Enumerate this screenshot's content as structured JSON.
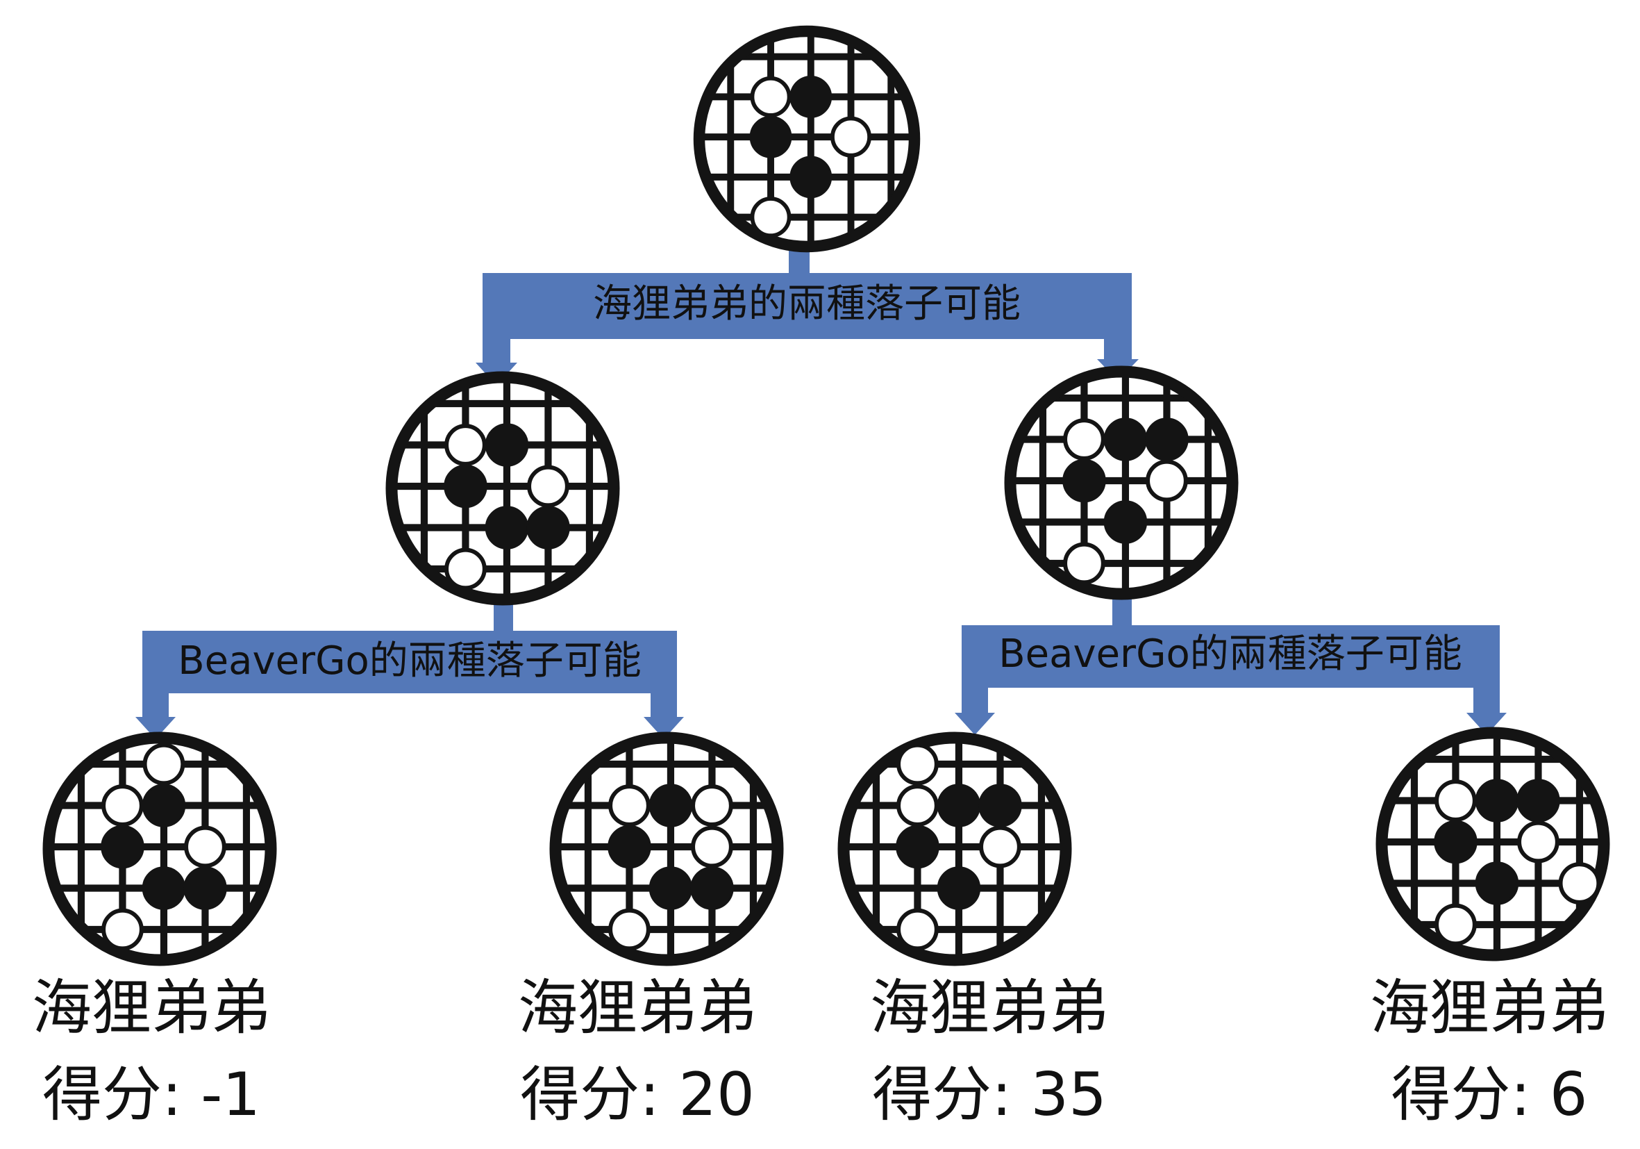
{
  "colors": {
    "banner": "#5478b8",
    "board_fill": "#ffffff",
    "board_line": "#141414",
    "black_stone": "#141414",
    "white_stone": "#ffffff"
  },
  "labels": {
    "level1_banner": "海狸弟弟的兩種落子可能",
    "level2_left_banner": "BeaverGo的兩種落子可能",
    "level2_right_banner": "BeaverGo的兩種落子可能"
  },
  "boards": [
    {
      "id": "root",
      "icon": "go-board-icon",
      "black": [
        [
          2,
          1
        ],
        [
          1,
          2
        ],
        [
          2,
          3
        ]
      ],
      "white": [
        [
          1,
          1
        ],
        [
          3,
          2
        ],
        [
          1,
          4
        ]
      ]
    },
    {
      "id": "level1-left",
      "icon": "go-board-icon",
      "black": [
        [
          2,
          1
        ],
        [
          1,
          2
        ],
        [
          2,
          3
        ],
        [
          3,
          3
        ]
      ],
      "white": [
        [
          1,
          1
        ],
        [
          3,
          2
        ],
        [
          1,
          4
        ]
      ]
    },
    {
      "id": "level1-right",
      "icon": "go-board-icon",
      "black": [
        [
          2,
          1
        ],
        [
          3,
          1
        ],
        [
          1,
          2
        ],
        [
          2,
          3
        ]
      ],
      "white": [
        [
          1,
          1
        ],
        [
          3,
          2
        ],
        [
          1,
          4
        ]
      ]
    },
    {
      "id": "leaf-1",
      "icon": "go-board-icon",
      "black": [
        [
          2,
          1
        ],
        [
          1,
          2
        ],
        [
          2,
          3
        ],
        [
          3,
          3
        ]
      ],
      "white": [
        [
          2,
          0
        ],
        [
          1,
          1
        ],
        [
          3,
          2
        ],
        [
          1,
          4
        ]
      ]
    },
    {
      "id": "leaf-2",
      "icon": "go-board-icon",
      "black": [
        [
          2,
          1
        ],
        [
          1,
          2
        ],
        [
          2,
          3
        ],
        [
          3,
          3
        ]
      ],
      "white": [
        [
          1,
          1
        ],
        [
          3,
          1
        ],
        [
          3,
          2
        ],
        [
          1,
          4
        ]
      ]
    },
    {
      "id": "leaf-3",
      "icon": "go-board-icon",
      "black": [
        [
          2,
          1
        ],
        [
          3,
          1
        ],
        [
          1,
          2
        ],
        [
          2,
          3
        ]
      ],
      "white": [
        [
          1,
          0
        ],
        [
          1,
          1
        ],
        [
          3,
          2
        ],
        [
          1,
          4
        ]
      ]
    },
    {
      "id": "leaf-4",
      "icon": "go-board-icon",
      "black": [
        [
          2,
          1
        ],
        [
          3,
          1
        ],
        [
          1,
          2
        ],
        [
          2,
          3
        ]
      ],
      "white": [
        [
          1,
          1
        ],
        [
          3,
          2
        ],
        [
          1,
          4
        ],
        [
          4,
          3
        ]
      ]
    }
  ],
  "leaves": [
    {
      "name": "海狸弟弟",
      "score": "得分: -1"
    },
    {
      "name": "海狸弟弟",
      "score": "得分: 20"
    },
    {
      "name": "海狸弟弟",
      "score": "得分: 35"
    },
    {
      "name": "海狸弟弟",
      "score": "得分: 6"
    }
  ]
}
